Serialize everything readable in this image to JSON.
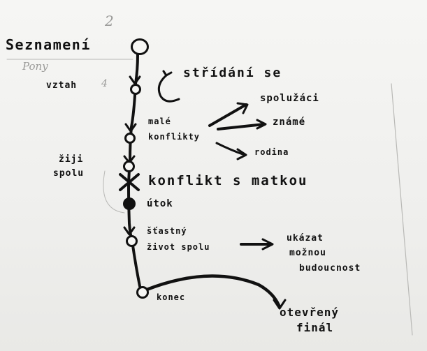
{
  "page": {
    "background": "#f3f3f1",
    "ink_color": "#111111",
    "pencil_color": "#9a9a98"
  },
  "diagram": {
    "pencil_top": "2",
    "pencil_left": "Pony",
    "pencil_small": "4",
    "nodes": {
      "seznameni": "Seznamení",
      "vztah": "vztah",
      "male_konflikty_1": "malé",
      "male_konflikty_2": "konflikty",
      "ziji_spolu_1": "žiji",
      "ziji_spolu_2": "spolu",
      "konflikt_s_matkou": "konflikt s matkou",
      "utok": "útok",
      "stastny_1": "šťastný",
      "stastny_2": "život spolu",
      "konec": "konec"
    },
    "branches": {
      "stridani": "střídání se",
      "spoluzaci": "spolužáci",
      "zname": "známé",
      "rodina": "rodina",
      "ukazat_1": "ukázat",
      "ukazat_2": "možnou",
      "ukazat_3": "budoucnost",
      "oteviraci_1": "otevřený",
      "oteviraci_2": "finál"
    }
  }
}
